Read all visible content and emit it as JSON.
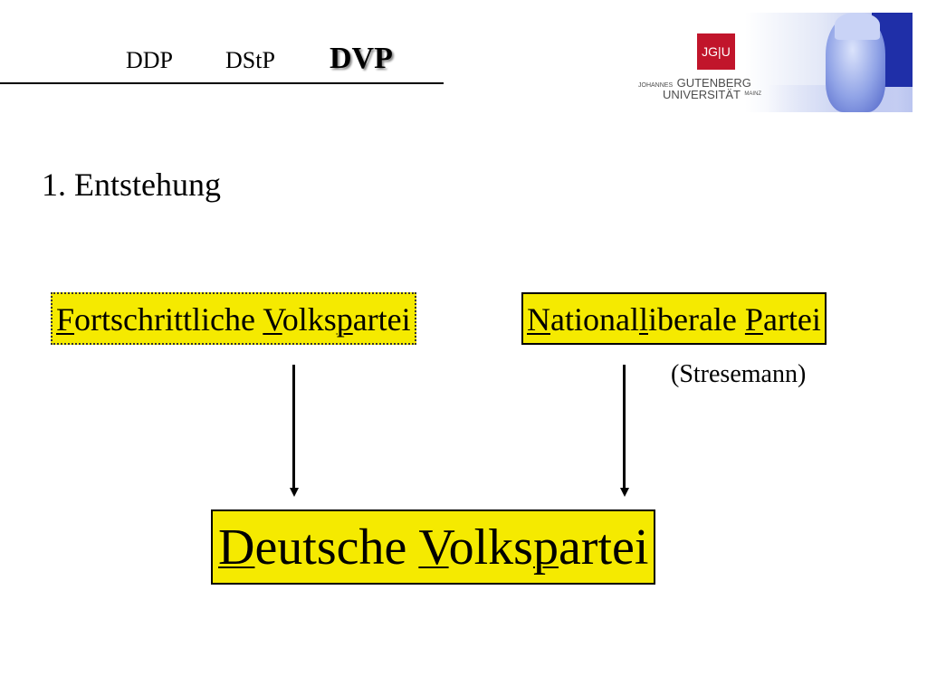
{
  "header": {
    "nav": [
      {
        "label": "DDP"
      },
      {
        "label": "DStP"
      },
      {
        "label": "DVP",
        "active": true
      }
    ]
  },
  "logo": {
    "mark": "JG|U",
    "line1_small": "JOHANNES",
    "line1_big": "GUTENBERG",
    "line2_big": "UNIVERSITÄT",
    "line2_small": "MAINZ",
    "color": "#c1152b"
  },
  "section": {
    "heading": "1. Entstehung"
  },
  "diagram": {
    "box_color": "#f5ea00",
    "left_box": {
      "parts": [
        {
          "text": "F",
          "underline": true
        },
        {
          "text": "ortschrittliche ",
          "underline": false
        },
        {
          "text": "V",
          "underline": true
        },
        {
          "text": "olks",
          "underline": false
        },
        {
          "text": "p",
          "underline": true
        },
        {
          "text": "artei",
          "underline": false
        }
      ]
    },
    "right_box": {
      "parts": [
        {
          "text": "N",
          "underline": true
        },
        {
          "text": "ational",
          "underline": false
        },
        {
          "text": "l",
          "underline": true
        },
        {
          "text": "iberale ",
          "underline": false
        },
        {
          "text": "P",
          "underline": true
        },
        {
          "text": "artei",
          "underline": false
        }
      ],
      "annotation": "(Stresemann)"
    },
    "result_box": {
      "parts": [
        {
          "text": "D",
          "underline": true
        },
        {
          "text": "eutsche ",
          "underline": false
        },
        {
          "text": "V",
          "underline": true
        },
        {
          "text": "olks",
          "underline": false
        },
        {
          "text": "p",
          "underline": true
        },
        {
          "text": "artei",
          "underline": false
        }
      ]
    }
  }
}
